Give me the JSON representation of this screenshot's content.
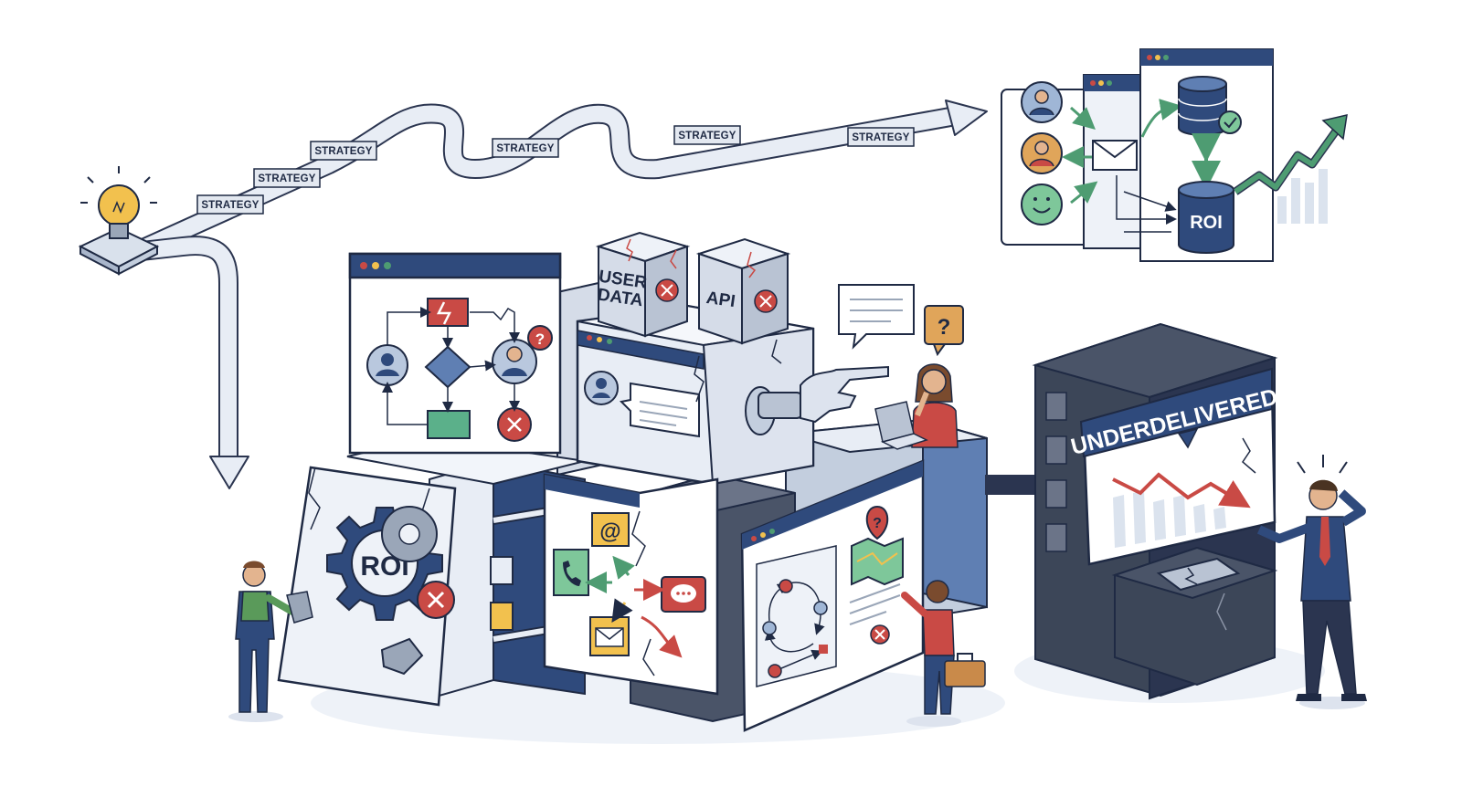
{
  "strategy_path": {
    "tags": [
      "STRATEGY",
      "STRATEGY",
      "STRATEGY",
      "STRATEGY",
      "STRATEGY",
      "STRATEGY"
    ]
  },
  "blocks": {
    "user_data": "USER DATA",
    "api": "API"
  },
  "roi_gear": {
    "label": "ROI"
  },
  "roi_database": {
    "label": "ROI"
  },
  "server": {
    "banner": "UNDERDELIVERED"
  },
  "icons": {
    "idea": "lightbulb-icon",
    "email": "at-sign-icon",
    "phone": "phone-icon",
    "chat": "chat-bubble-icon",
    "mail": "envelope-icon",
    "question": "question-mark-icon",
    "error": "x-circle-icon",
    "check": "check-circle-icon"
  },
  "colors": {
    "navy": "#2f4a7c",
    "dark": "#1f2a44",
    "red": "#c94a45",
    "green": "#4e9c72",
    "yellow": "#f2c14e",
    "light": "#e8edf5"
  }
}
